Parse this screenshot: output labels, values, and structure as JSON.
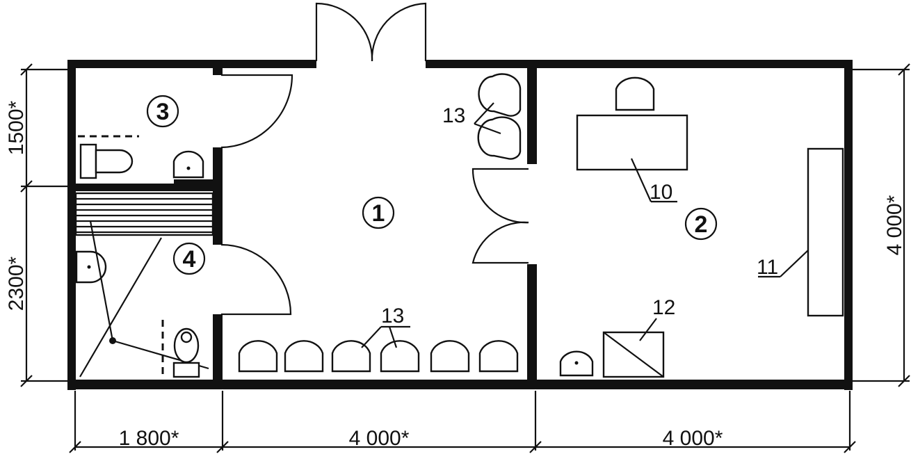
{
  "rooms": {
    "r1": "1",
    "r2": "2",
    "r3": "3",
    "r4": "4"
  },
  "items": {
    "i10": "10",
    "i11": "11",
    "i12": "12",
    "i13_top": "13",
    "i13_bottom": "13"
  },
  "dimensions": {
    "bottom_left": "1 800*",
    "bottom_middle": "4 000*",
    "bottom_right": "4 000*",
    "left_upper": "1500*",
    "left_lower": "2300*",
    "right": "4 000*"
  }
}
